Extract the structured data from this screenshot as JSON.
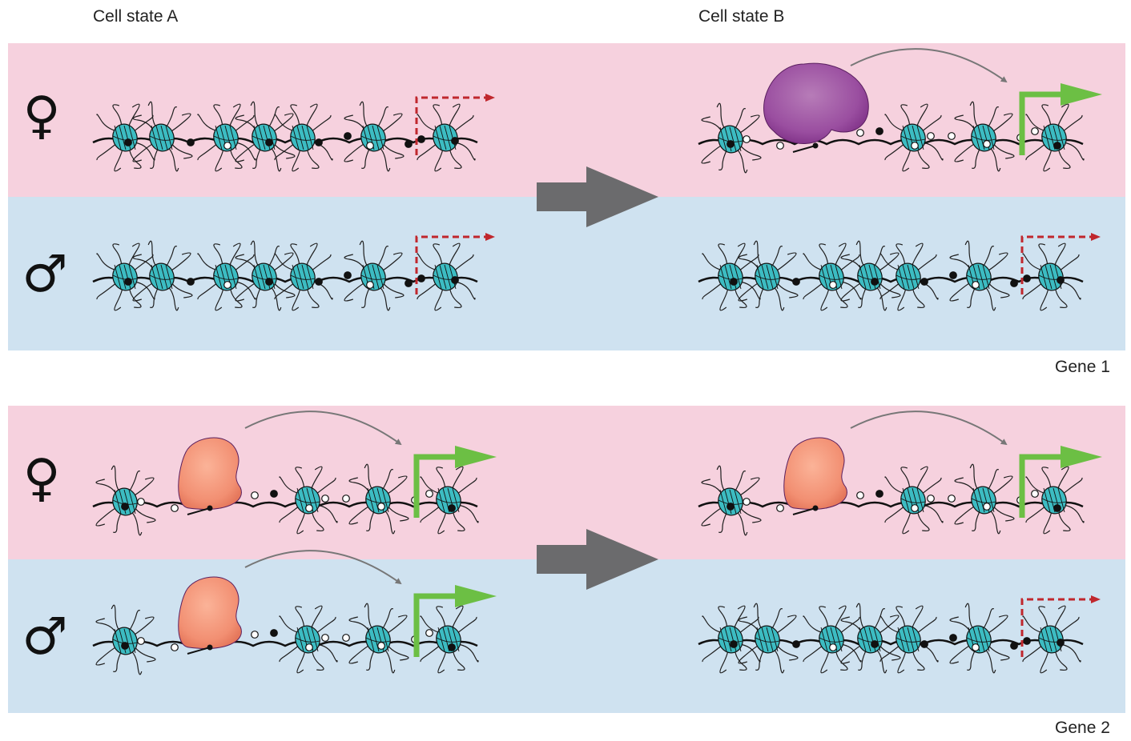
{
  "headers": {
    "state_a": "Cell state A",
    "state_b": "Cell state B"
  },
  "genes": [
    {
      "label": "Gene 1",
      "female_symbol": "♀",
      "male_symbol": "♂",
      "rows": {
        "a_female": {
          "activator": null,
          "promoter": "inactive"
        },
        "a_male": {
          "activator": null,
          "promoter": "inactive"
        },
        "b_female": {
          "activator": "purple",
          "promoter": "active"
        },
        "b_male": {
          "activator": null,
          "promoter": "inactive"
        }
      }
    },
    {
      "label": "Gene 2",
      "female_symbol": "♀",
      "male_symbol": "♂",
      "rows": {
        "a_female": {
          "activator": "orange",
          "promoter": "active"
        },
        "a_male": {
          "activator": "orange",
          "promoter": "active"
        },
        "b_female": {
          "activator": "orange",
          "promoter": "active"
        },
        "b_male": {
          "activator": null,
          "promoter": "inactive"
        }
      }
    }
  ],
  "colors": {
    "female_band": "#f6d1de",
    "male_band": "#cfe2f0",
    "nucleosome": "#3cbcc2",
    "active_arrow": "#6cbf44",
    "inactive_arrow": "#c0272d",
    "transition_arrow": "#6b6b6d",
    "activator_purple": "#9a4ea0",
    "activator_orange": "#f28f72"
  }
}
